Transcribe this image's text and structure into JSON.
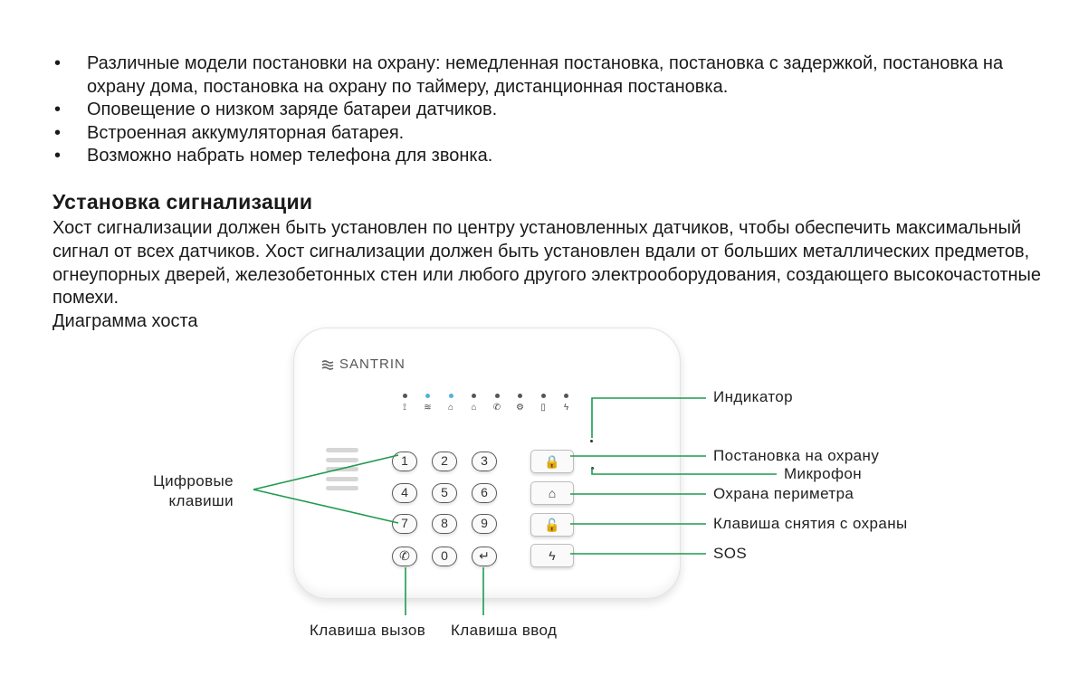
{
  "bullets": [
    "Различные модели постановки на охрану: немедленная постановка, постановка с задержкой, постановка на охрану дома, постановка на охрану по таймеру, дистанционная постановка.",
    "Оповещение о низком заряде батареи датчиков.",
    "Встроенная аккумуляторная батарея.",
    "Возможно набрать номер телефона для звонка."
  ],
  "section": {
    "heading": "Установка сигнализации",
    "paragraph": "Хост сигнализации должен быть установлен по центру установленных датчиков, чтобы обеспечить максимальный сигнал  от всех датчиков. Хост сигнализации должен быть установлен вдали от больших металлических предметов, огнеупорных дверей, железобетонных стен или любого другого электрооборудования, создающего высокочастотные помехи.",
    "caption": "Диаграмма хоста"
  },
  "device": {
    "brand": "SANTRIN",
    "leds": [
      {
        "icon": "antenna-icon",
        "glyph": "⟟",
        "color": "#555555"
      },
      {
        "icon": "wifi-icon",
        "glyph": "≋",
        "color": "#4fb3d9"
      },
      {
        "icon": "lock-icon",
        "glyph": "⌂",
        "color": "#4fb3d9"
      },
      {
        "icon": "home-icon",
        "glyph": "⌂",
        "color": "#555555"
      },
      {
        "icon": "phone-icon",
        "glyph": "✆",
        "color": "#555555"
      },
      {
        "icon": "gear-icon",
        "glyph": "⚙",
        "color": "#555555"
      },
      {
        "icon": "battery-icon",
        "glyph": "▯",
        "color": "#555555"
      },
      {
        "icon": "power-icon",
        "glyph": "ϟ",
        "color": "#555555"
      }
    ],
    "keypad": [
      "1",
      "2",
      "3",
      "4",
      "5",
      "6",
      "7",
      "8",
      "9",
      "✆",
      "0",
      "↵"
    ],
    "function_keys": [
      "🔒",
      "⌂",
      "🔓",
      "ϟ"
    ]
  },
  "labels": {
    "digits": "Цифровые\nклавиши",
    "digits_line1": "Цифровые",
    "digits_line2": "клавиши",
    "indicator": "Индикатор",
    "arm": "Постановка на охрану",
    "mic": "Микрофон",
    "perimeter": "Охрана периметра",
    "disarm": "Клавиша снятия с охраны",
    "sos": "SOS",
    "call": "Клавиша вызов",
    "enter": "Клавиша ввод"
  },
  "colors": {
    "leader": "#1e9a4e",
    "led_blue": "#4fb3d9"
  }
}
